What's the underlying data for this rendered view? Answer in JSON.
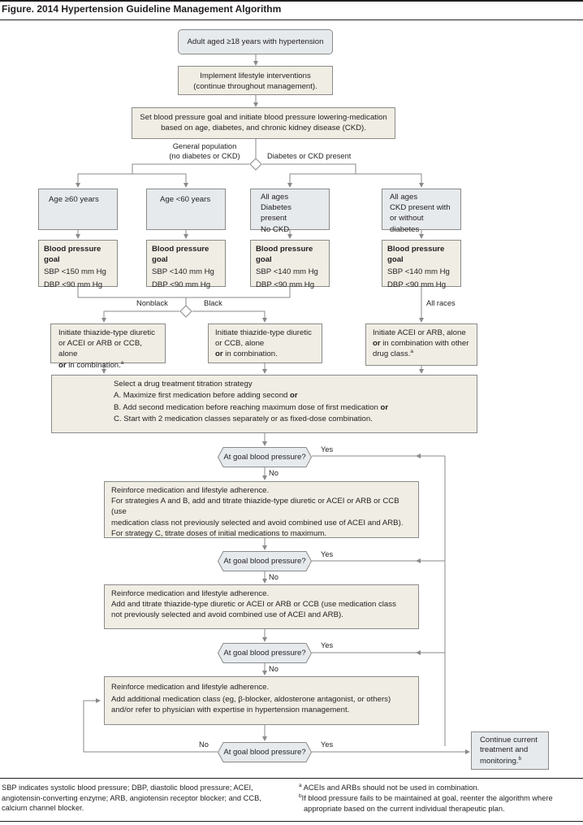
{
  "title": "Figure. 2014 Hypertension Guideline Management Algorithm",
  "start": "Adult aged ≥18 years with hypertension",
  "lifestyle": [
    "Implement lifestyle interventions",
    "(continue throughout management)."
  ],
  "set_goal": [
    "Set blood pressure goal and initiate blood pressure lowering-medication",
    "based on age, diabetes, and chronic kidney disease (CKD)."
  ],
  "branch_general": [
    "General population",
    "(no diabetes or CKD)"
  ],
  "branch_diabetes": "Diabetes or CKD present",
  "groups": [
    [
      "Age ≥60 years"
    ],
    [
      "Age <60 years"
    ],
    [
      "All ages",
      "Diabetes present",
      "No CKD"
    ],
    [
      "All ages",
      "CKD present with",
      "or without diabetes"
    ]
  ],
  "goals": [
    {
      "head": "Blood pressure goal",
      "sbp": "SBP <150 mm Hg",
      "dbp": "DBP <90 mm Hg"
    },
    {
      "head": "Blood pressure goal",
      "sbp": "SBP <140 mm Hg",
      "dbp": "DBP <90 mm Hg"
    },
    {
      "head": "Blood pressure goal",
      "sbp": "SBP <140 mm Hg",
      "dbp": "DBP <90 mm Hg"
    },
    {
      "head": "Blood pressure goal",
      "sbp": "SBP <140 mm Hg",
      "dbp": "DBP <90 mm Hg"
    }
  ],
  "race": {
    "nonblack": "Nonblack",
    "black": "Black",
    "all": "All races"
  },
  "initiate": {
    "nonblack": [
      "Initiate thiazide-type diuretic",
      "or ACEI or ARB or CCB, alone",
      "or",
      "in combination.",
      "a"
    ],
    "black": [
      "Initiate thiazide-type diuretic",
      "or CCB, alone",
      "or",
      "in combination."
    ],
    "ckd": [
      "Initiate ACEI or ARB, alone",
      "or",
      "in combination with other",
      "drug class.",
      "a"
    ]
  },
  "strategy": {
    "head": "Select a drug treatment titration strategy",
    "a": "A. Maximize first medication before adding second",
    "b": "B. Add second medication before reaching maximum dose of first medication",
    "c": "C. Start with 2 medication classes separately or as fixed-dose combination.",
    "or": "or"
  },
  "question": "At goal blood pressure?",
  "yes": "Yes",
  "no": "No",
  "step1": [
    "Reinforce medication and lifestyle adherence.",
    "For strategies A and B, add and titrate thiazide-type diuretic or ACEI or ARB or CCB (use",
    "medication class not previously selected and avoid combined use of ACEI and ARB).",
    "For strategy C, titrate doses of initial medications to maximum."
  ],
  "step2": [
    "Reinforce medication and lifestyle adherence.",
    "Add and titrate thiazide-type diuretic or ACEI or ARB or CCB (use medication class",
    "not previously selected and avoid combined use of ACEI and ARB)."
  ],
  "step3": [
    "Reinforce medication and lifestyle adherence.",
    "Add additional medication class (eg, β-blocker, aldosterone antagonist, or others)",
    "and/or refer to physician with expertise in hypertension management."
  ],
  "continue": [
    "Continue current",
    "treatment and",
    "monitoring.",
    "b"
  ],
  "footnote_left": [
    "SBP indicates systolic blood pressure; DBP, diastolic blood pressure; ACEI,",
    "angiotensin-converting enzyme; ARB, angiotensin receptor blocker; and CCB,",
    "calcium channel blocker."
  ],
  "footnote_a": {
    "mark": "a",
    "text": "ACEIs and ARBs should not be used in combination."
  },
  "footnote_b": {
    "mark": "b",
    "text": [
      "If blood pressure fails to be maintained at goal, reenter the algorithm where",
      "appropriate based on the current individual therapeutic plan."
    ]
  }
}
